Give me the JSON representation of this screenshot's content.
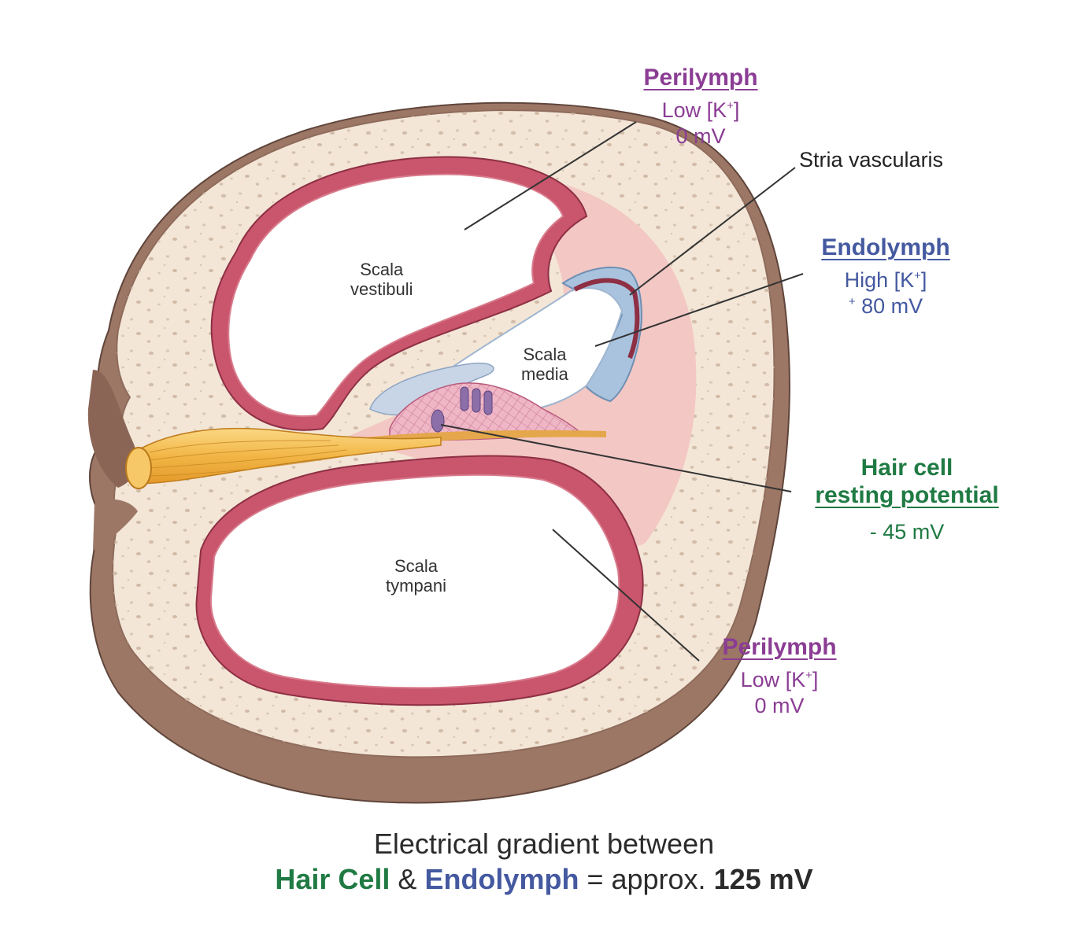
{
  "labels": {
    "perilymph_top": {
      "title": "Perilymph",
      "k": "Low [K",
      "k_sup": "+",
      "k_close": "]",
      "mv": "0 mV"
    },
    "stria": "Stria vascularis",
    "endolymph": {
      "title": "Endolymph",
      "k": "High [K",
      "k_sup": "+",
      "k_close": "]",
      "mv_sign": "+",
      "mv": "80 mV"
    },
    "hair_cell": {
      "line1": "Hair cell",
      "line2": "resting potential",
      "mv": "- 45 mV"
    },
    "perilymph_bottom": {
      "title": "Perilymph",
      "k": "Low [K",
      "k_sup": "+",
      "k_close": "]",
      "mv": "0 mV"
    },
    "scala_vestibuli": {
      "line1": "Scala",
      "line2": "vestibuli"
    },
    "scala_media": {
      "line1": "Scala",
      "line2": "media"
    },
    "scala_tympani": {
      "line1": "Scala",
      "line2": "tympani"
    }
  },
  "caption": {
    "line1": "Electrical gradient between",
    "hair_cell": "Hair Cell",
    "amp": "&",
    "endolymph": "Endolymph",
    "equals": "= approx.",
    "value": "125 mV"
  },
  "colors": {
    "purple": "#8b3d94",
    "blue": "#4459a0",
    "green": "#1f7a43",
    "bone": "#f3e6d6",
    "bone_rim": "#8e6b5c",
    "membrane": "#c9566d",
    "membrane_dark": "#8e2f44",
    "pink_fill": "#f3c7c4",
    "nerve": "#f0b543"
  }
}
